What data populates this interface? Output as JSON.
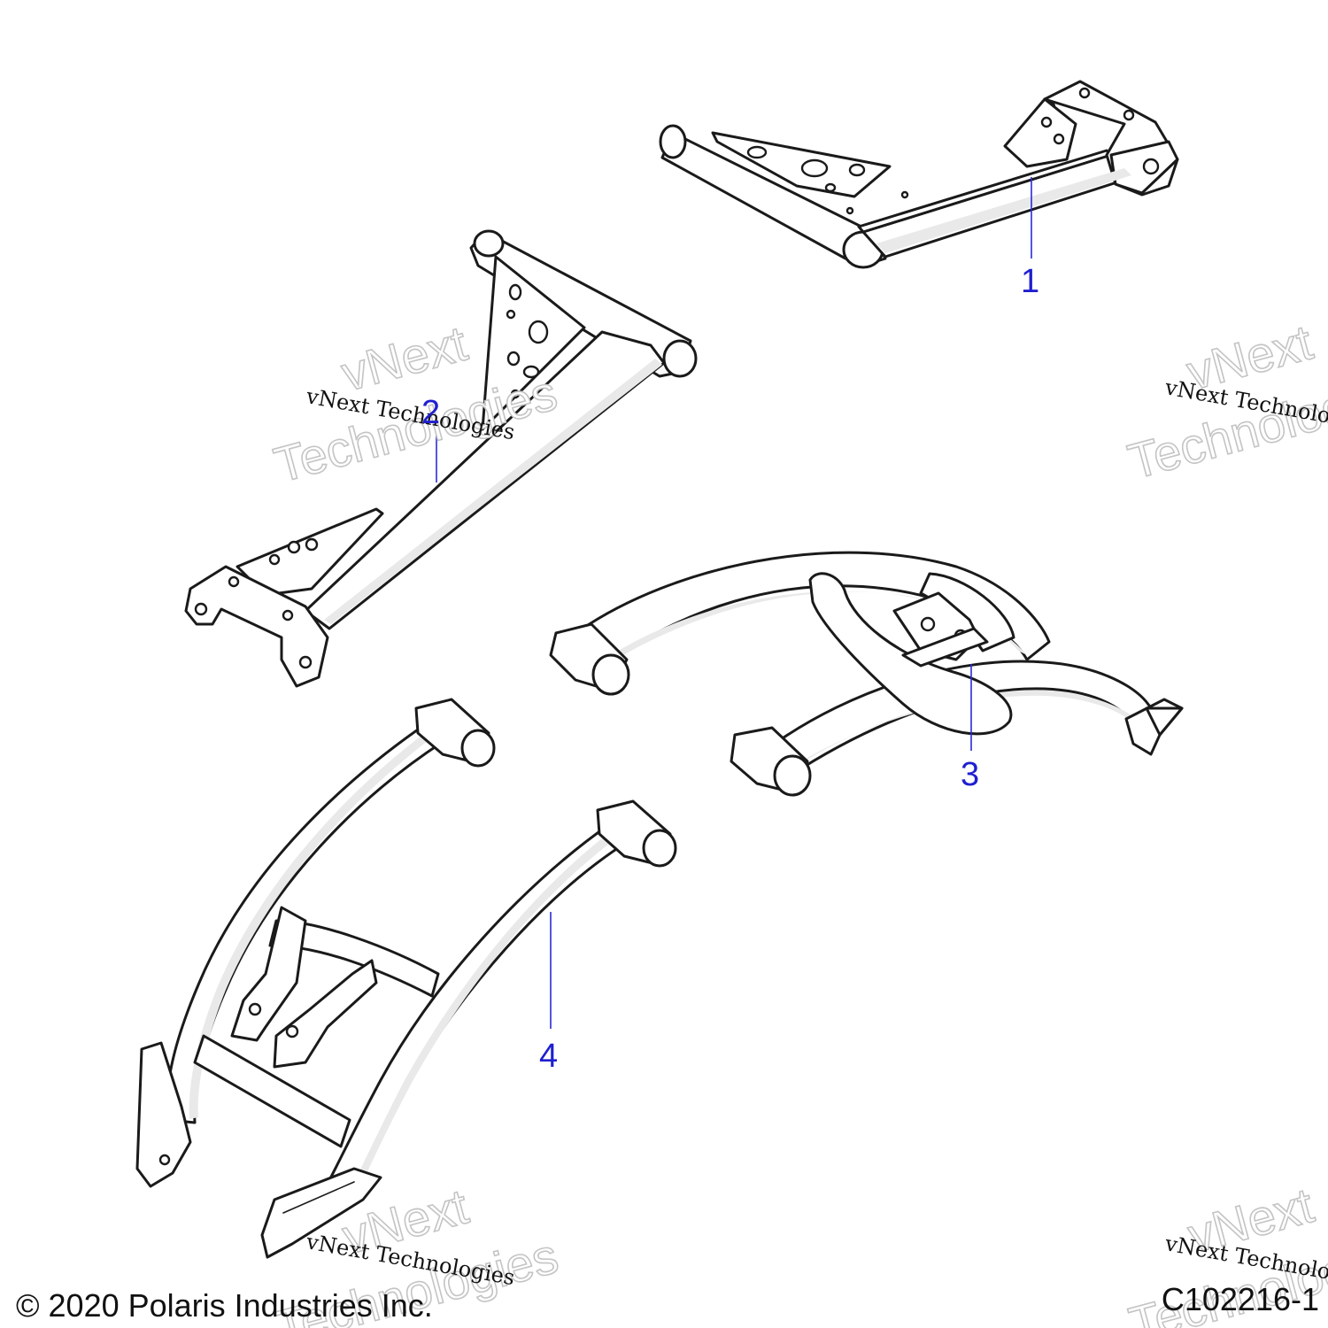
{
  "callouts": [
    {
      "id": "1",
      "label": "1"
    },
    {
      "id": "2",
      "label": "2"
    },
    {
      "id": "3",
      "label": "3"
    },
    {
      "id": "4",
      "label": "4"
    }
  ],
  "watermark": {
    "line_small": "vNext Technologies",
    "big_top": "vNext",
    "big_bottom": "Technologies"
  },
  "footer": {
    "copyright": "© 2020 Polaris Industries Inc.",
    "figure_code": "C102216-1"
  },
  "colors": {
    "callout": "#1f1fd0",
    "leader": "#2b2bd6",
    "outline": "#1a1a1a"
  }
}
